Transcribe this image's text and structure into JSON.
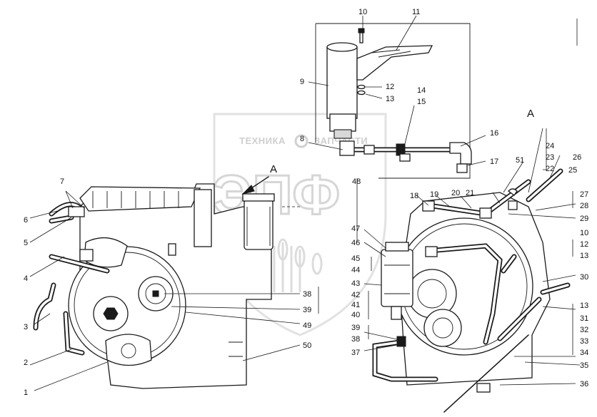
{
  "watermark": {
    "line1": "ТЕХНИКА",
    "line2": "ЗАПЧАСТИ",
    "big": "ЭПФ"
  },
  "view_labels": {
    "arrow_label": "A",
    "view_title": "A"
  },
  "callouts": {
    "c1": "1",
    "c2": "2",
    "c3": "3",
    "c4": "4",
    "c5": "5",
    "c6": "6",
    "c7": "7",
    "c8": "8",
    "c9": "9",
    "c10": "10",
    "c11": "11",
    "c12": "12",
    "c13": "13",
    "c14": "14",
    "c15": "15",
    "c16": "16",
    "c17": "17",
    "c18": "18",
    "c19": "19",
    "c20": "20",
    "c21": "21",
    "c22": "22",
    "c23": "23",
    "c24": "24",
    "c25": "25",
    "c26": "26",
    "c27": "27",
    "c28": "28",
    "c29": "29",
    "c10b": "10",
    "c12b": "12",
    "c13b": "13",
    "c30": "30",
    "c13c": "13",
    "c31": "31",
    "c32": "32",
    "c33": "33",
    "c34": "34",
    "c35": "35",
    "c36": "36",
    "c37": "37",
    "c38b": "38",
    "c39b": "39",
    "c40": "40",
    "c41": "41",
    "c42": "42",
    "c43": "43",
    "c44": "44",
    "c45": "45",
    "c46": "46",
    "c47": "47",
    "c48": "48",
    "c38": "38",
    "c39": "39",
    "c49": "49",
    "c50": "50",
    "c51": "51"
  }
}
